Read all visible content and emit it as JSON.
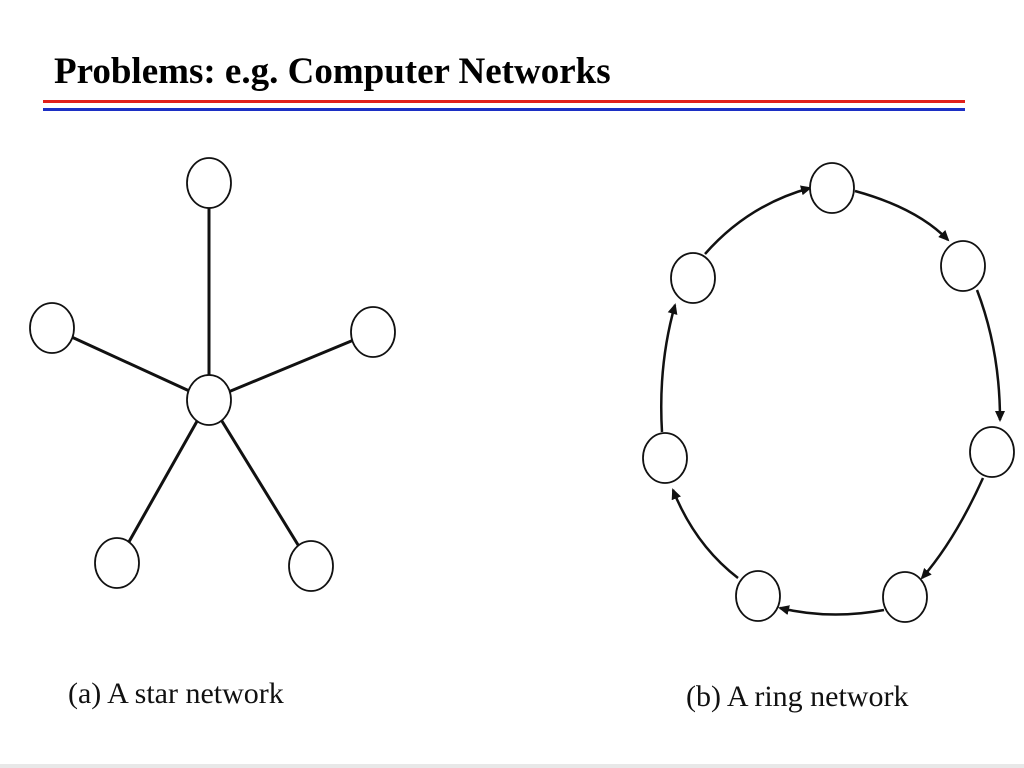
{
  "slide": {
    "title": "Problems: e.g. Computer Networks"
  },
  "colors": {
    "rule_top": "#e0201c",
    "rule_bottom": "#1c2fc4"
  },
  "diagrams": [
    {
      "caption": "(a) A star network",
      "topology": "star",
      "nodes": [
        "center",
        "top",
        "left",
        "right",
        "bottom-left",
        "bottom-right"
      ],
      "edges": [
        [
          "center",
          "top"
        ],
        [
          "center",
          "left"
        ],
        [
          "center",
          "right"
        ],
        [
          "center",
          "bottom-left"
        ],
        [
          "center",
          "bottom-right"
        ]
      ]
    },
    {
      "caption": "(b) A ring network",
      "topology": "ring",
      "direction": "clockwise",
      "nodes": [
        "top",
        "upper-right",
        "right",
        "bottom-right",
        "bottom-left",
        "left",
        "upper-left"
      ],
      "edges": [
        [
          "upper-left",
          "top"
        ],
        [
          "top",
          "upper-right"
        ],
        [
          "upper-right",
          "right"
        ],
        [
          "right",
          "bottom-right"
        ],
        [
          "bottom-right",
          "bottom-left"
        ],
        [
          "bottom-left",
          "left"
        ],
        [
          "left",
          "upper-left"
        ]
      ]
    }
  ]
}
